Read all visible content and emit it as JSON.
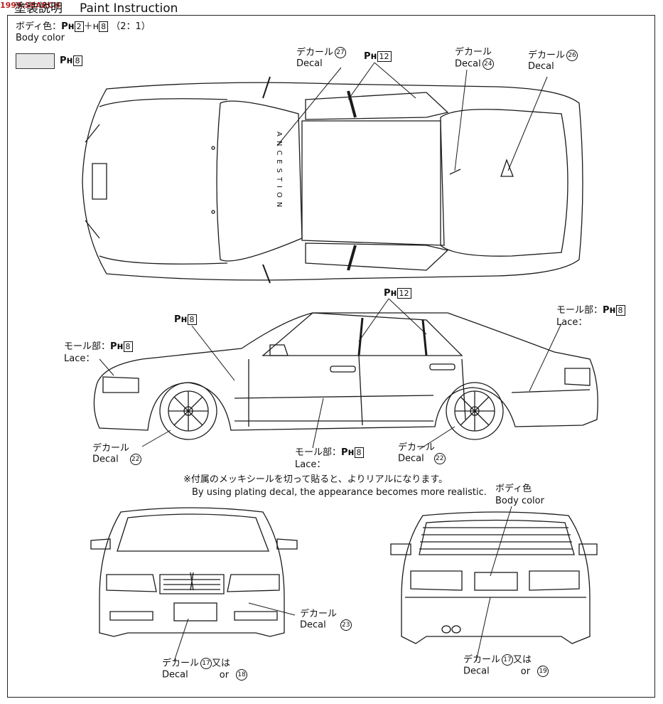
{
  "watermark": "1999.SEARCH",
  "header": {
    "title_jp": "塗装説明",
    "title_en": "Paint Instruction"
  },
  "body_color": {
    "jp_label": "ボディ色：",
    "formula_part1": "Pʜ",
    "code_a": "2",
    "plus": "＋ʜ",
    "code_b": "8",
    "ratio": "（2：1）",
    "en_label": "Body color",
    "swatch_ph": "Pʜ",
    "swatch_code": "8",
    "swatch_color": "#e6e6e6"
  },
  "top_view": {
    "decal27_jp": "デカール",
    "decal27_en": "Decal",
    "decal27_num": "27",
    "ph12_ph": "Pʜ",
    "ph12_code": "12",
    "decal24_jp": "デカール",
    "decal24_en": "Decal",
    "decal24_num": "24",
    "decal26_jp": "デカール",
    "decal26_en": "Decal",
    "decal26_num": "26",
    "hood_text": "ANCESTION"
  },
  "side_view": {
    "ph12_ph": "Pʜ",
    "ph12_code": "12",
    "ph8_ph": "Pʜ",
    "ph8_code": "8",
    "lace_left_jp": "モール部：",
    "lace_left_ph": "Pʜ",
    "lace_left_code": "8",
    "lace_left_en": "Lace：",
    "lace_right_jp": "モール部：",
    "lace_right_ph": "Pʜ",
    "lace_right_code": "8",
    "lace_right_en": "Lace：",
    "lace_mid_jp": "モール部：",
    "lace_mid_ph": "Pʜ",
    "lace_mid_code": "8",
    "lace_mid_en": "Lace：",
    "decal22a_jp": "デカール",
    "decal22a_en": "Decal",
    "decal22a_num": "22",
    "decal22b_jp": "デカール",
    "decal22b_en": "Decal",
    "decal22b_num": "22"
  },
  "note": {
    "jp": "※付属のメッキシールを切って貼ると、よりリアルになります。",
    "en": "By using plating decal, the appearance becomes more realistic."
  },
  "front_view": {
    "decal23_jp": "デカール",
    "decal23_en": "Decal",
    "decal23_num": "23",
    "decal17_jp": "デカール",
    "decal17_num": "17",
    "or_jp": "又は",
    "decal_en": "Decal",
    "or_en": "or",
    "decal18_num": "18"
  },
  "rear_view": {
    "body_jp": "ボディ色",
    "body_en": "Body color",
    "decal17_jp": "デカール",
    "decal17_num": "17",
    "or_jp": "又は",
    "decal_en": "Decal",
    "or_en": "or",
    "decal19_num": "19"
  }
}
